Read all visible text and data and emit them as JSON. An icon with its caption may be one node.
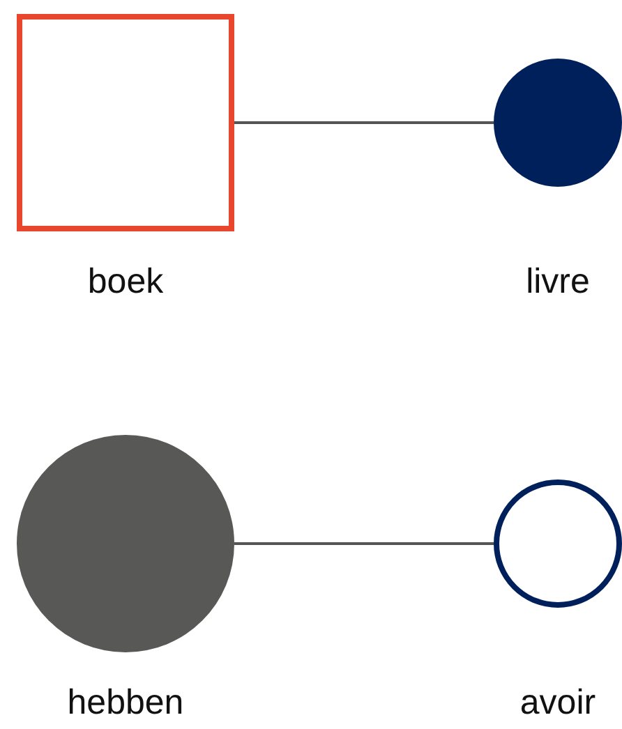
{
  "diagram": {
    "nodes": [
      {
        "text": [
          "boek"
        ]
      },
      {
        "text": [
          "livre"
        ]
      },
      {
        "text": [
          "hebben"
        ]
      },
      {
        "text": [
          "avoir"
        ]
      }
    ],
    "edges": [
      {
        "from": 0,
        "to": 1,
        "arrow": "none"
      },
      {
        "from": 2,
        "to": 3,
        "arrow": "none"
      }
    ]
  }
}
